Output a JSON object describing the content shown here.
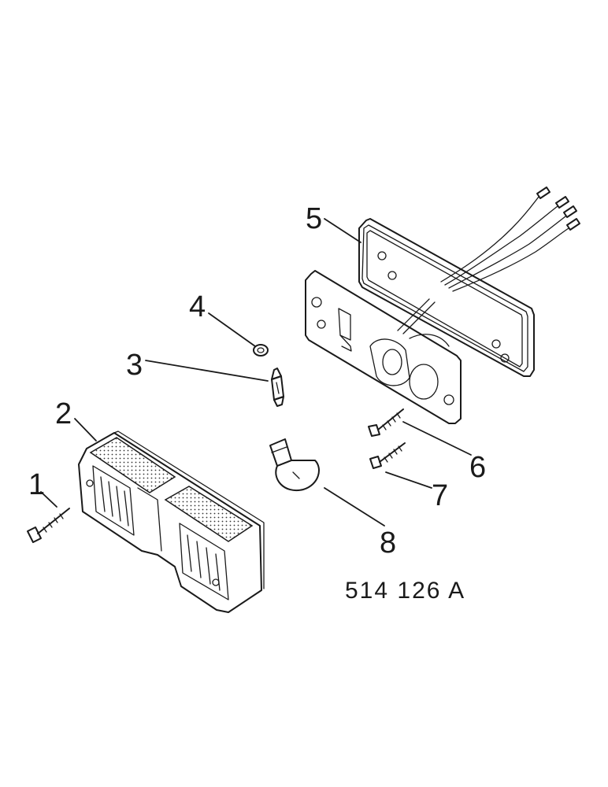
{
  "callouts": [
    {
      "id": "1",
      "label": "1"
    },
    {
      "id": "2",
      "label": "2"
    },
    {
      "id": "3",
      "label": "3"
    },
    {
      "id": "4",
      "label": "4"
    },
    {
      "id": "5",
      "label": "5"
    },
    {
      "id": "6",
      "label": "6"
    },
    {
      "id": "7",
      "label": "7"
    },
    {
      "id": "8",
      "label": "8"
    }
  ],
  "drawing_code": "514 126 A"
}
